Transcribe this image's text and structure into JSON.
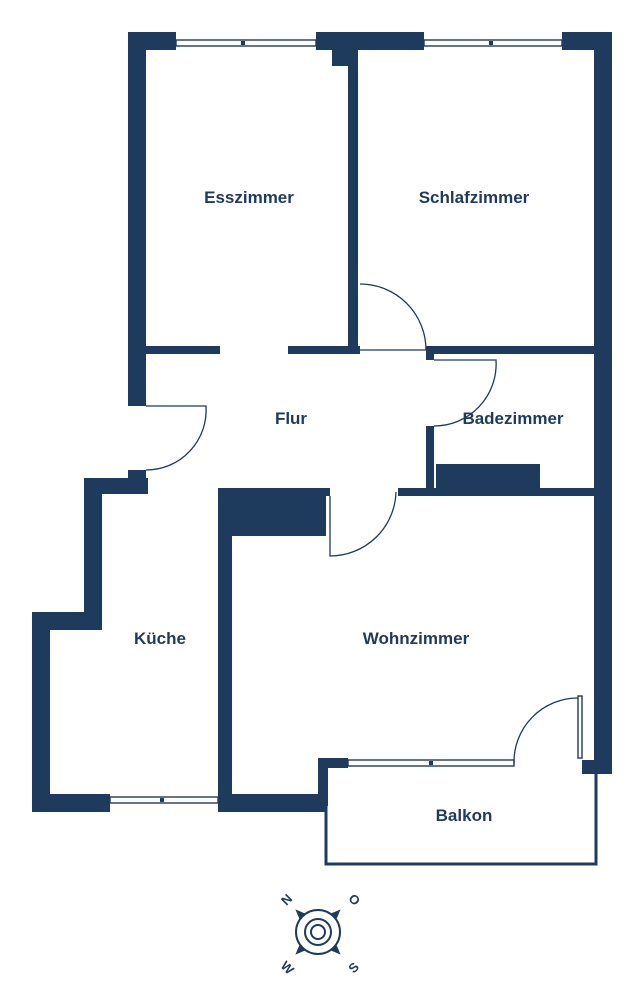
{
  "rooms": {
    "esszimmer": "Esszimmer",
    "schlafzimmer": "Schlafzimmer",
    "flur": "Flur",
    "badezimmer": "Badezimmer",
    "kueche": "Küche",
    "wohnzimmer": "Wohnzimmer",
    "balkon": "Balkon"
  },
  "compass": {
    "north": "N",
    "east": "O",
    "south": "S",
    "west": "W"
  },
  "colors": {
    "wall": "#1e3a5c",
    "background": "#ffffff"
  }
}
